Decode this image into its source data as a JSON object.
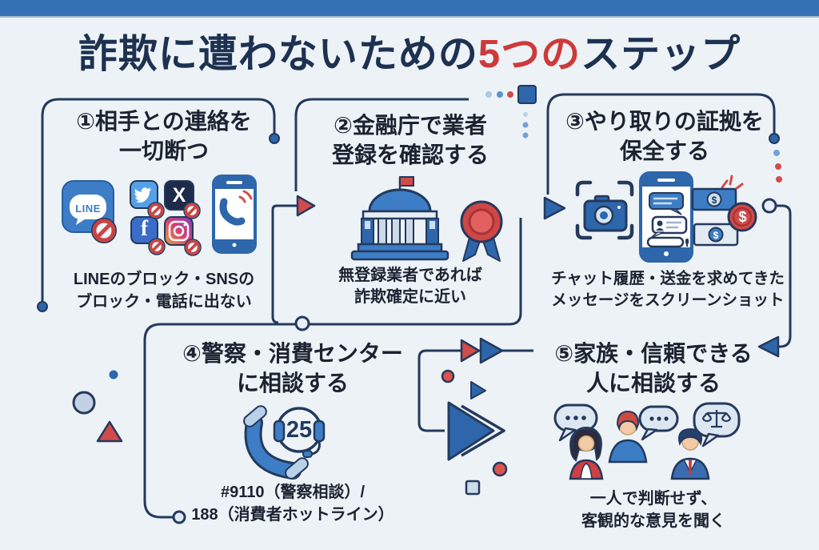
{
  "header": {
    "title_part1": "詐欺に遭わないための",
    "title_part2": "5つの",
    "title_part3": "ステップ"
  },
  "steps": [
    {
      "title_line1": "①相手との連絡を",
      "title_line2": "一切断つ",
      "caption_line1": "LINEのブロック・SNSの",
      "caption_line2": "ブロック・電話に出ない",
      "icons": [
        "line-app-icon",
        "twitter-icon",
        "x-icon",
        "facebook-icon",
        "instagram-icon",
        "smartphone-call-icon",
        "block-icon"
      ]
    },
    {
      "title_line1": "②金融庁で業者",
      "title_line2": "登録を確認する",
      "caption_line1": "無登録業者であれば",
      "caption_line2": "詐欺確定に近い",
      "icons": [
        "government-building-icon",
        "award-ribbon-icon"
      ]
    },
    {
      "title_line1": "③やり取りの証拠を",
      "title_line2": "保全する",
      "caption_line1": "チャット履歴・送金を求めてきた",
      "caption_line2": "メッセージをスクリーンショット",
      "icons": [
        "screenshot-brackets-icon",
        "camera-icon",
        "chat-phone-icon",
        "money-bills-icon",
        "coin-icon"
      ]
    },
    {
      "title_line1": "④警察・消費センター",
      "title_line2": "に相談する",
      "caption_line1": "#9110（警察相談）/",
      "caption_line2": "188（消費者ホットライン）",
      "icon_number": "25",
      "icons": [
        "phone-handset-icon",
        "headset-icon"
      ]
    },
    {
      "title_line1": "⑤家族・信頼できる",
      "title_line2": "人に相談する",
      "caption_line1": "一人で判断せず、",
      "caption_line2": "客観的な意見を聞く",
      "icons": [
        "speech-bubble-dots-icon",
        "speech-bubble-scales-icon",
        "woman-icon",
        "man-icon",
        "businessman-icon"
      ]
    }
  ],
  "glyphs": {
    "line": "LINE",
    "x": "X",
    "facebook": "f",
    "dollar": "$"
  },
  "colors": {
    "background": "#edf2f7",
    "topbar": "#3470b4",
    "navy_line": "#24395c",
    "title_navy": "#1d3150",
    "accent_red": "#cd3a3a",
    "blue": "#2d66ab",
    "light_blue": "#3c7dc6",
    "text": "#1c2230"
  }
}
